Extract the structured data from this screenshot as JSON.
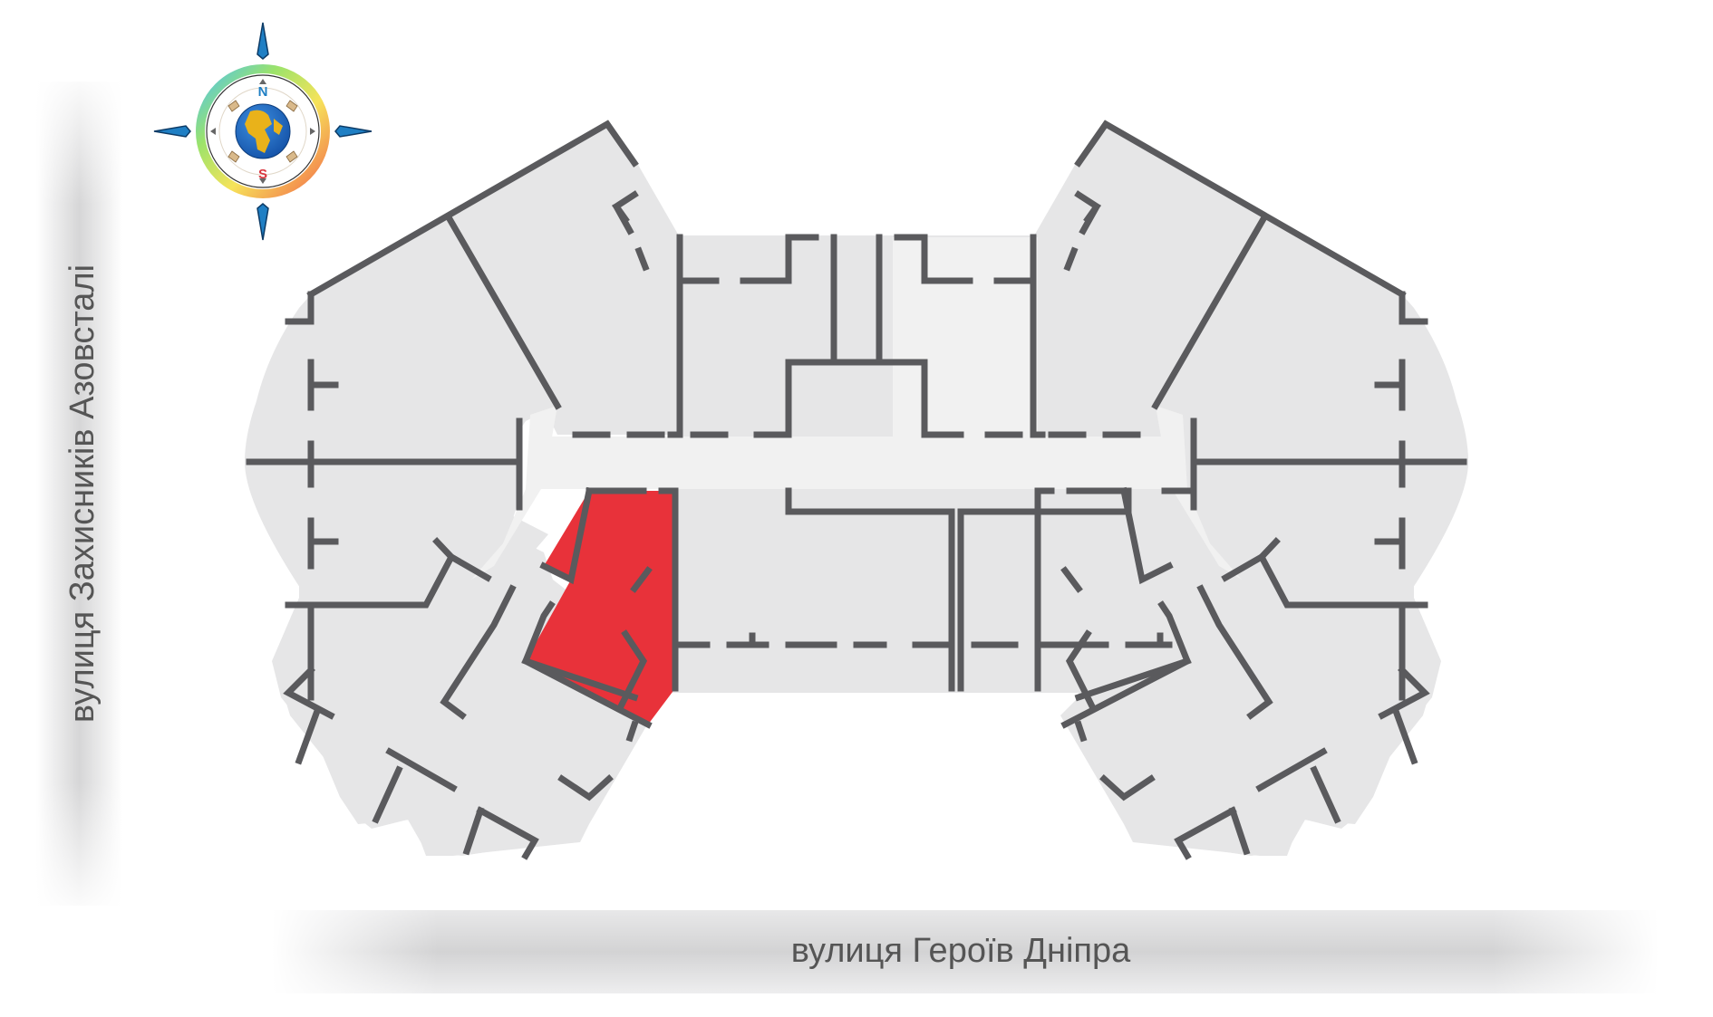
{
  "streets": {
    "left": "вулиця Захисників Азовсталі",
    "bottom": "вулиця Героїв Дніпра"
  },
  "compass": {
    "north": "N",
    "south": "S"
  },
  "colors": {
    "floor": "#e6e6e7",
    "corridor": "#f1f1f1",
    "wall": "#5a5a5d",
    "highlight": "#e8323a",
    "street_band": "#dcdcdd"
  },
  "highlighted_unit": "selected-apartment"
}
